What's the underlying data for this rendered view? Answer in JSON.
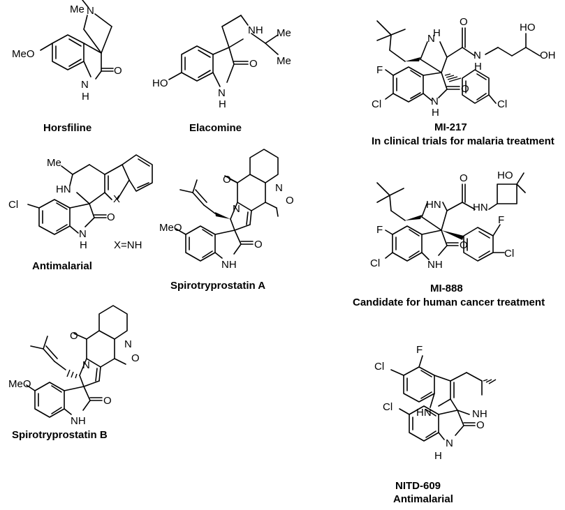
{
  "compounds": [
    {
      "id": "horsfiline",
      "name": "Horsfiline",
      "atoms": {
        "me": "Me",
        "n": "N",
        "meo": "MeO",
        "o": "O",
        "nh": "N",
        "h": "H"
      }
    },
    {
      "id": "elacomine",
      "name": "Elacomine",
      "atoms": {
        "nh": "NH",
        "me": "Me",
        "ho": "HO",
        "o": "O",
        "n": "N",
        "h": "H"
      }
    },
    {
      "id": "mi217",
      "name": "MI-217",
      "subtitle": "In clinical trials for malaria treatment",
      "atoms": {
        "f": "F",
        "cl1": "Cl",
        "cl2": "Cl",
        "hn": "H",
        "n": "N",
        "nh": "N",
        "h": "H",
        "o1": "O",
        "o2": "O",
        "hn2": "N",
        "h2": "H",
        "ho": "HO",
        "oh": "OH"
      }
    },
    {
      "id": "antimalarial",
      "name": "Antimalarial",
      "note": "X=NH",
      "atoms": {
        "me": "Me",
        "hn": "HN",
        "cl": "Cl",
        "x": "X",
        "o": "O",
        "n": "N",
        "h": "H"
      }
    },
    {
      "id": "spiroA",
      "name": "Spirotryprostatin A",
      "atoms": {
        "o1": "O",
        "o2": "O",
        "n1": "N",
        "n2": "N",
        "meo": "MeO",
        "o3": "O",
        "nh": "NH"
      }
    },
    {
      "id": "mi888",
      "name": "MI-888",
      "subtitle": "Candidate for human cancer treatment",
      "atoms": {
        "ho": "HO",
        "o": "O",
        "hn": "HN",
        "n": "N",
        "f1": "F",
        "f2": "F",
        "cl1": "Cl",
        "cl2": "Cl",
        "o2": "O",
        "nh": "NH"
      }
    },
    {
      "id": "spiroB",
      "name": "Spirotryprostatin B",
      "atoms": {
        "o1": "O",
        "o2": "O",
        "n1": "N",
        "n2": "N",
        "meo": "MeO",
        "o3": "O",
        "nh": "NH"
      }
    },
    {
      "id": "nitd609",
      "name": "NITD-609",
      "subtitle": "Antimalarial",
      "atoms": {
        "f": "F",
        "cl1": "Cl",
        "hn": "HN",
        "nh": "NH",
        "cl2": "Cl",
        "o": "O",
        "n": "N",
        "h": "H"
      }
    }
  ]
}
